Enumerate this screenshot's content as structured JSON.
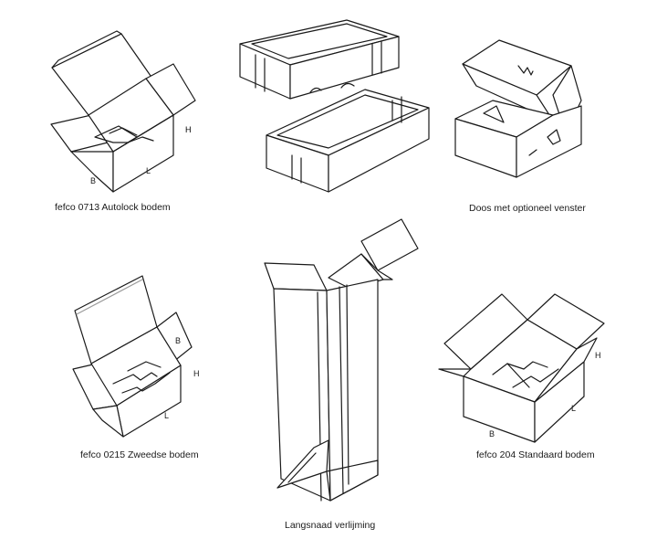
{
  "captions": {
    "autolock": "fefco 0713 Autolock bodem",
    "venster": "Doos met optioneel venster",
    "zweedse": "fefco 0215 Zweedse bodem",
    "langsnaad": "Langsnaad verlijming",
    "standaard": "fefco 204 Standaard bodem"
  },
  "dimension_labels": {
    "autolock": {
      "h": "H",
      "b": "B",
      "l": "L"
    },
    "zweedse": {
      "b": "B",
      "h": "H",
      "l": "L"
    },
    "standaard": {
      "h": "H",
      "b": "B",
      "l": "L"
    }
  }
}
